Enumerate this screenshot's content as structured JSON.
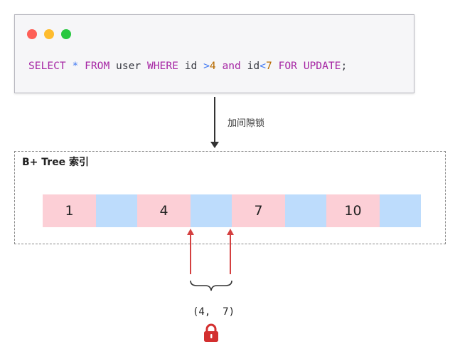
{
  "code_window": {
    "window_controls": [
      "close",
      "minimize",
      "maximize"
    ],
    "sql_tokens": [
      {
        "text": "SELECT",
        "kind": "keyword"
      },
      {
        "text": " ",
        "kind": "plain"
      },
      {
        "text": "*",
        "kind": "star"
      },
      {
        "text": " ",
        "kind": "plain"
      },
      {
        "text": "FROM",
        "kind": "keyword"
      },
      {
        "text": " user ",
        "kind": "plain"
      },
      {
        "text": "WHERE",
        "kind": "keyword"
      },
      {
        "text": " id ",
        "kind": "plain"
      },
      {
        "text": ">",
        "kind": "op"
      },
      {
        "text": "4",
        "kind": "num"
      },
      {
        "text": " ",
        "kind": "plain"
      },
      {
        "text": "and",
        "kind": "keyword"
      },
      {
        "text": " id",
        "kind": "plain"
      },
      {
        "text": "<",
        "kind": "op"
      },
      {
        "text": "7",
        "kind": "num"
      },
      {
        "text": " ",
        "kind": "plain"
      },
      {
        "text": "FOR UPDATE",
        "kind": "keyword"
      },
      {
        "text": ";",
        "kind": "plain"
      }
    ],
    "colors": {
      "keyword": "#a626a4",
      "star": "#4078f2",
      "op": "#4078f2",
      "num": "#b76b01"
    }
  },
  "flow": {
    "arrow_label": "加间隙锁"
  },
  "index": {
    "title": "B+ Tree 索引",
    "cells": [
      {
        "type": "key",
        "value": "1"
      },
      {
        "type": "gap",
        "value": ""
      },
      {
        "type": "key",
        "value": "4"
      },
      {
        "type": "gap",
        "value": ""
      },
      {
        "type": "key",
        "value": "7"
      },
      {
        "type": "gap",
        "value": ""
      },
      {
        "type": "key",
        "value": "10"
      },
      {
        "type": "gap",
        "value": ""
      }
    ],
    "colors": {
      "key_cell": "#fccfd6",
      "gap_cell": "#bddcfc"
    }
  },
  "gap_lock": {
    "range_label": "(4,  7)",
    "lock_icon": "lock-icon",
    "accent_color": "#d44040"
  }
}
